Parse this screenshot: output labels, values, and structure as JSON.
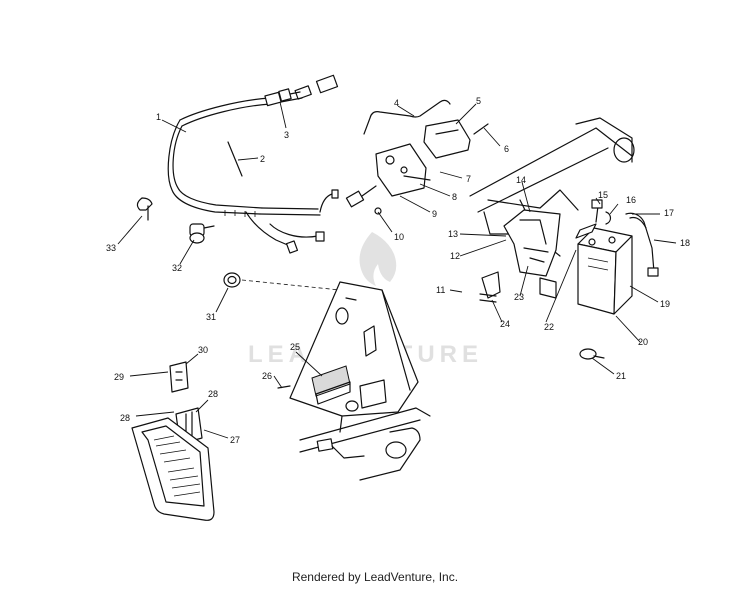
{
  "watermark": {
    "text": "LEADVENTURE"
  },
  "footer": {
    "credit": "Rendered by LeadVenture, Inc."
  },
  "callouts": [
    "1",
    "2",
    "3",
    "4",
    "5",
    "6",
    "7",
    "8",
    "9",
    "10",
    "11",
    "12",
    "13",
    "14",
    "15",
    "16",
    "17",
    "18",
    "19",
    "20",
    "21",
    "22",
    "23",
    "24",
    "25",
    "26",
    "27",
    "28",
    "28",
    "29",
    "30",
    "31",
    "32",
    "33"
  ],
  "colors": {
    "line": "#111111",
    "watermark": "#c8c8c8",
    "background": "#ffffff"
  }
}
